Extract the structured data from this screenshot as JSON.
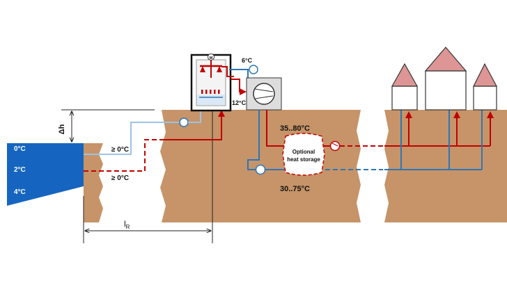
{
  "colors": {
    "ground": "#c69468",
    "water": "#1565c0",
    "pipe_hot": "#c00000",
    "pipe_cold": "#2e75b6",
    "pipe_pale": "#9dc3e6",
    "roof": "#de9595",
    "box_fill": "#dddddd"
  },
  "labels": {
    "lake_temp_top": "0°C",
    "lake_temp_mid": "2°C",
    "lake_temp_bottom": "4°C",
    "intake_upper_temp": "≥ 0°C",
    "intake_lower_temp": "≥ 0°C",
    "height_diff": "Δh",
    "pipe_length": "l",
    "pipe_length_sub": "R",
    "hp_out_temp": "6°C",
    "hp_in_temp": "12°C",
    "supply_temp": "35..80°C",
    "return_temp": "30..75°C",
    "storage_line1": "Optional",
    "storage_line2": "heat storage",
    "motor_symbol": "M"
  }
}
